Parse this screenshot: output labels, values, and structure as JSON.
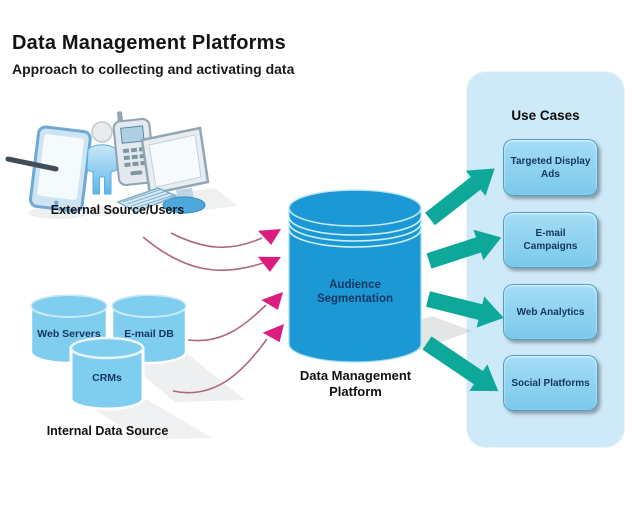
{
  "header": {
    "title": "Data Management Platforms",
    "subtitle": "Approach to collecting and activating data"
  },
  "external_sources": {
    "label": "External Source/Users",
    "icons": [
      "tablet-icon",
      "person-icon",
      "mobile-phone-icon",
      "desktop-computer-icon",
      "keyboard-icon"
    ]
  },
  "internal_sources": {
    "label": "Internal Data Source",
    "databases": [
      {
        "label": "Web Servers"
      },
      {
        "label": "E-mail DB"
      },
      {
        "label": "CRMs"
      }
    ]
  },
  "platform": {
    "core_label": "Audience Segmentation",
    "caption": "Data Management Platform"
  },
  "use_cases": {
    "title": "Use Cases",
    "items": [
      {
        "label": "Targeted Display Ads"
      },
      {
        "label": "E-mail Campaigns"
      },
      {
        "label": "Web Analytics"
      },
      {
        "label": "Social Platforms"
      }
    ]
  },
  "colors": {
    "platform-blue": "#1C99D5",
    "db-blue": "#7FCDEF",
    "panel-blue": "#CEE9F7",
    "button-blue-top": "#A5DCF5",
    "button-blue-bottom": "#7AC9EB",
    "teal-arrow": "#0EA89A",
    "pink-arrow": "#DC1C7E",
    "pink-line": "#A8576E",
    "navy-text": "#13365F"
  }
}
